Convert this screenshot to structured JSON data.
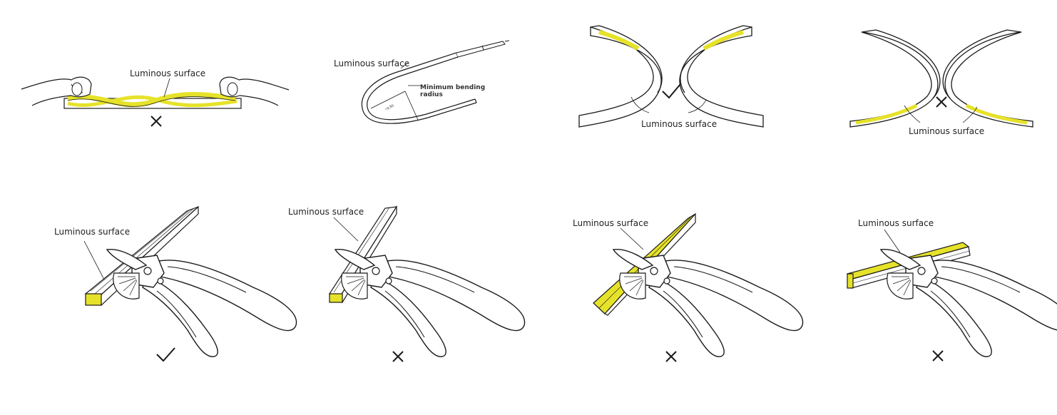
{
  "colors": {
    "luminous": "#e6e22a",
    "line": "#1a1a1a",
    "background": "#ffffff"
  },
  "panels": [
    {
      "id": "twist",
      "label": "Luminous surface",
      "mark": "×"
    },
    {
      "id": "bend-radius",
      "label": "Luminous surface",
      "sublabel": "Minimum bending\nradius",
      "dimension": "r≥30"
    },
    {
      "id": "side-bend-correct",
      "label": "Luminous surface",
      "mark": "✓"
    },
    {
      "id": "side-bend-wrong",
      "label": "Luminous surface",
      "mark": "×"
    },
    {
      "id": "cut-correct",
      "label": "Luminous surface",
      "mark": "✓"
    },
    {
      "id": "cut-wrong-1",
      "label": "Luminous surface",
      "mark": "×"
    },
    {
      "id": "cut-wrong-2",
      "label": "Luminous surface",
      "mark": "×"
    },
    {
      "id": "cut-wrong-3",
      "label": "Luminous surface",
      "mark": "×"
    }
  ]
}
